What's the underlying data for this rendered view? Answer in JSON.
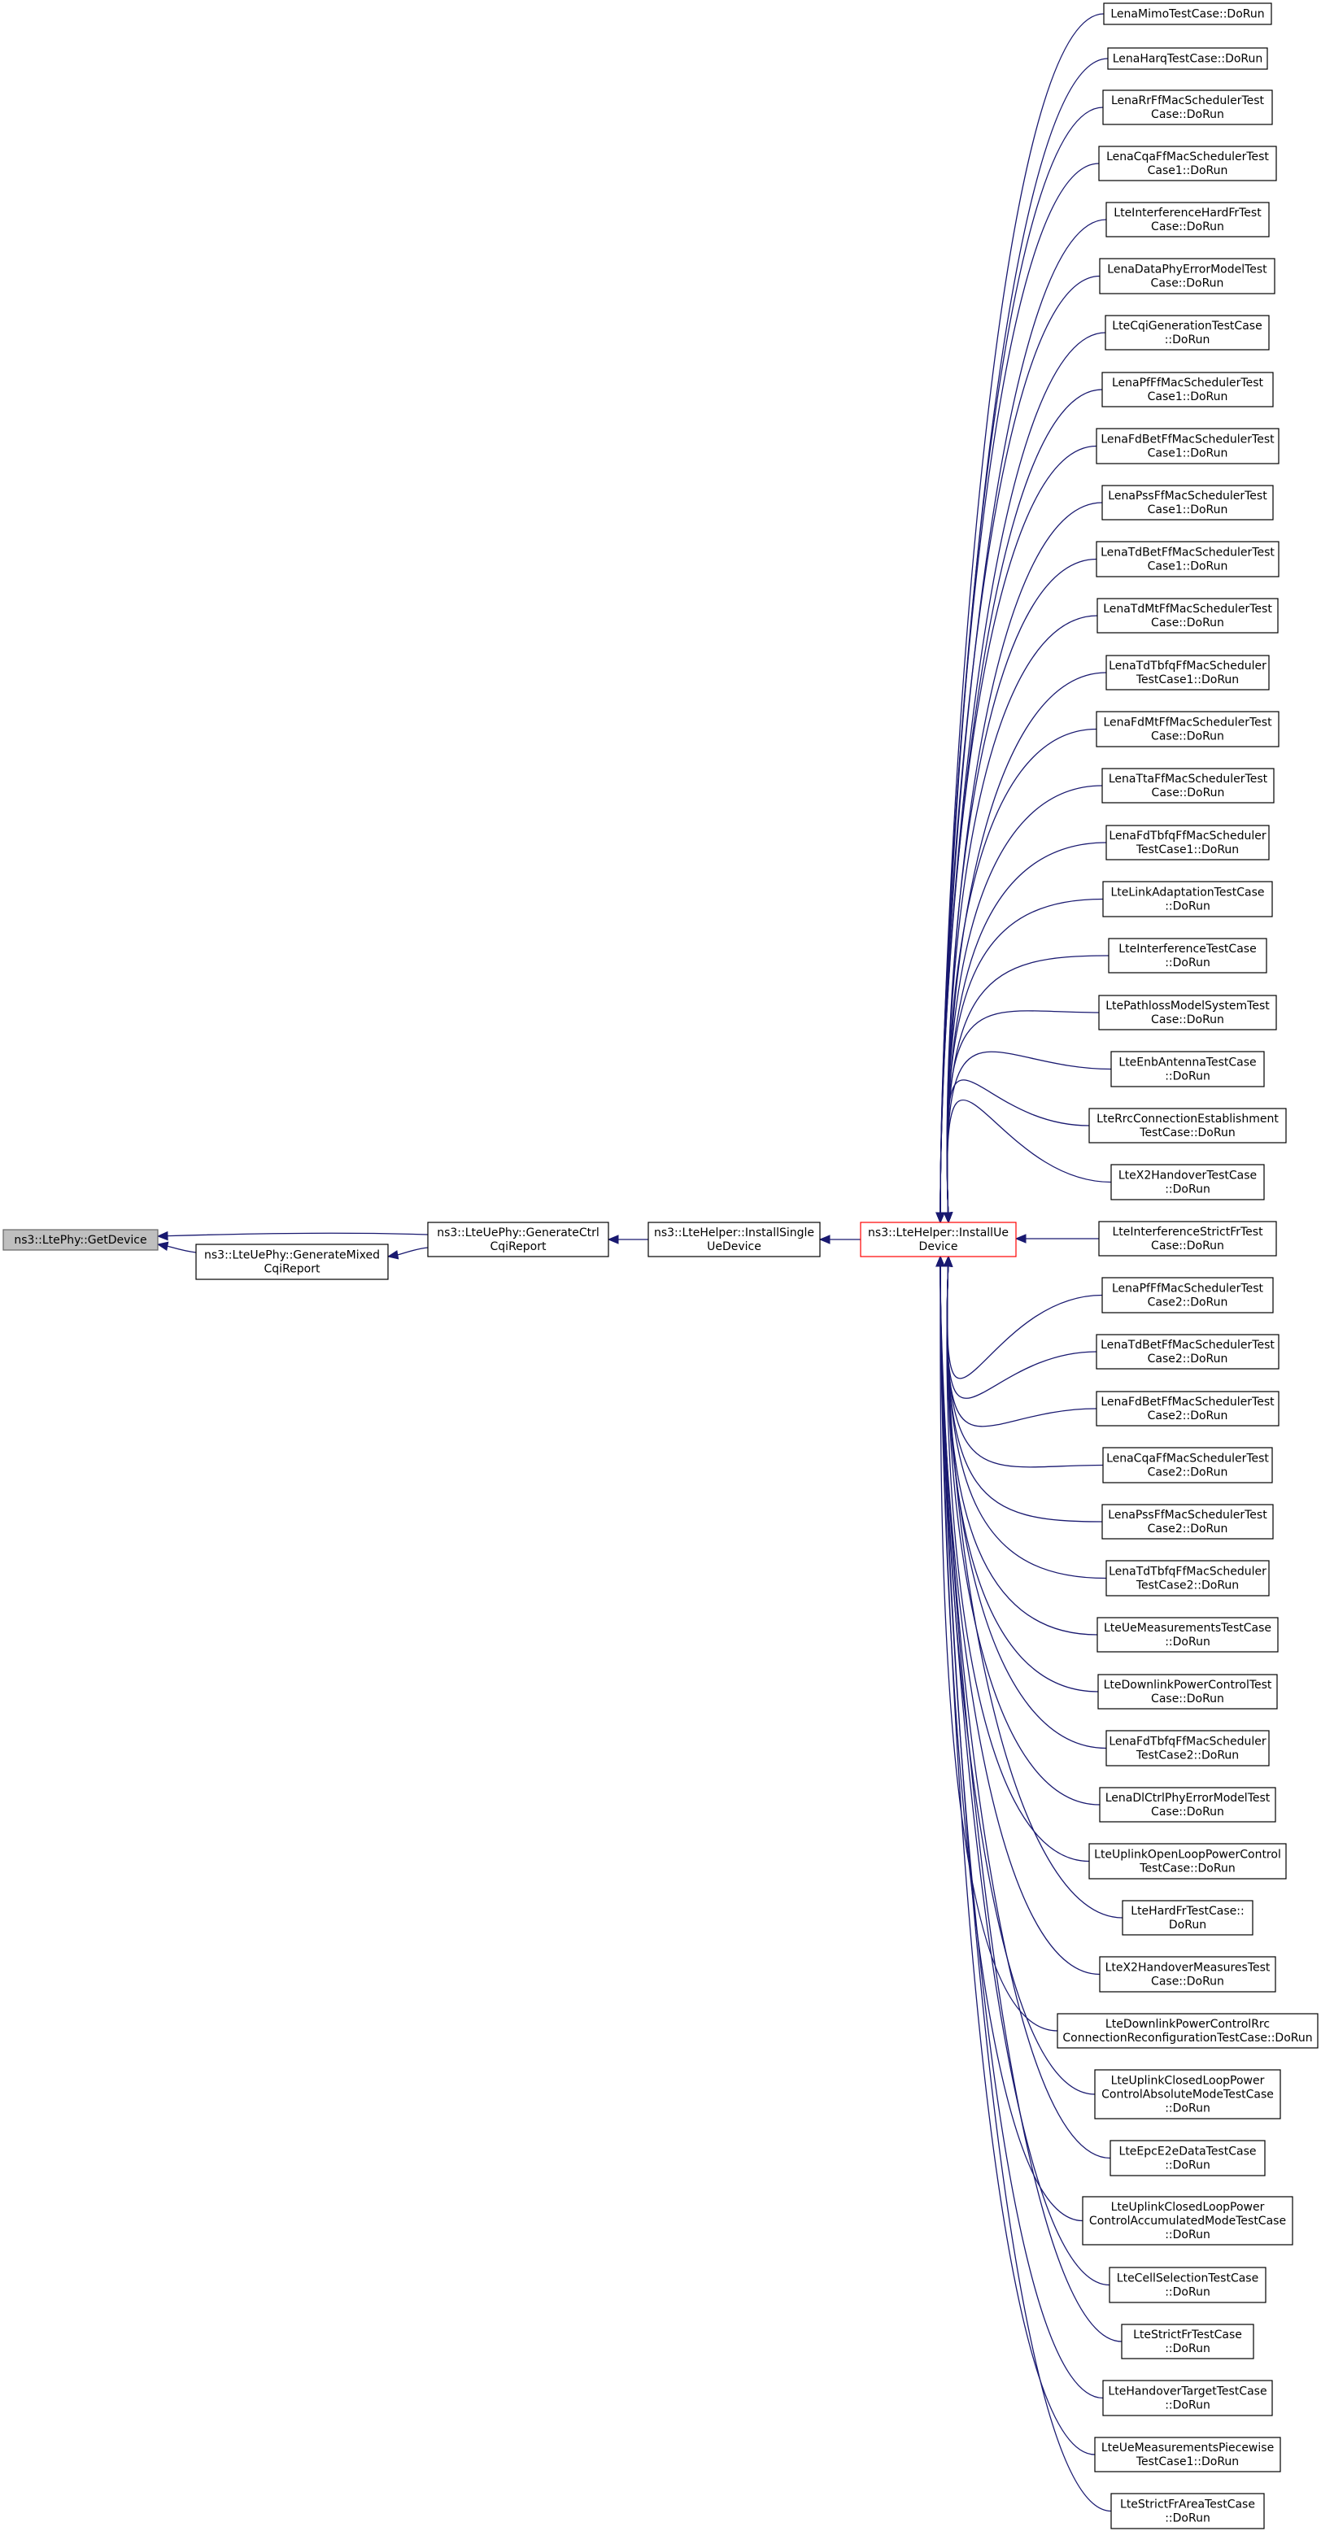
{
  "colors": {
    "edge": "#191970",
    "node_border": "#000000",
    "root_fill": "#bfbfbf",
    "focus_border": "#ff0000"
  },
  "nodes": [
    {
      "id": "getdevice",
      "kind": "root",
      "lines": [
        "ns3::LtePhy::GetDevice"
      ]
    },
    {
      "id": "genmixed",
      "lines": [
        "ns3::LteUePhy::GenerateMixed",
        "CqiReport"
      ]
    },
    {
      "id": "genctrl",
      "lines": [
        "ns3::LteUePhy::GenerateCtrl",
        "CqiReport"
      ]
    },
    {
      "id": "installsingle",
      "lines": [
        "ns3::LteHelper::InstallSingle",
        "UeDevice"
      ]
    },
    {
      "id": "installue",
      "kind": "focus",
      "lines": [
        "ns3::LteHelper::InstallUe",
        "Device"
      ]
    },
    {
      "id": "c0",
      "lines": [
        "LenaMimoTestCase::DoRun"
      ]
    },
    {
      "id": "c1",
      "lines": [
        "LenaHarqTestCase::DoRun"
      ]
    },
    {
      "id": "c2",
      "lines": [
        "LenaRrFfMacSchedulerTest",
        "Case::DoRun"
      ]
    },
    {
      "id": "c3",
      "lines": [
        "LenaCqaFfMacSchedulerTest",
        "Case1::DoRun"
      ]
    },
    {
      "id": "c4",
      "lines": [
        "LteInterferenceHardFrTest",
        "Case::DoRun"
      ]
    },
    {
      "id": "c5",
      "lines": [
        "LenaDataPhyErrorModelTest",
        "Case::DoRun"
      ]
    },
    {
      "id": "c6",
      "lines": [
        "LteCqiGenerationTestCase",
        "::DoRun"
      ]
    },
    {
      "id": "c7",
      "lines": [
        "LenaPfFfMacSchedulerTest",
        "Case1::DoRun"
      ]
    },
    {
      "id": "c8",
      "lines": [
        "LenaFdBetFfMacSchedulerTest",
        "Case1::DoRun"
      ]
    },
    {
      "id": "c9",
      "lines": [
        "LenaPssFfMacSchedulerTest",
        "Case1::DoRun"
      ]
    },
    {
      "id": "c10",
      "lines": [
        "LenaTdBetFfMacSchedulerTest",
        "Case1::DoRun"
      ]
    },
    {
      "id": "c11",
      "lines": [
        "LenaTdMtFfMacSchedulerTest",
        "Case::DoRun"
      ]
    },
    {
      "id": "c12",
      "lines": [
        "LenaTdTbfqFfMacScheduler",
        "TestCase1::DoRun"
      ]
    },
    {
      "id": "c13",
      "lines": [
        "LenaFdMtFfMacSchedulerTest",
        "Case::DoRun"
      ]
    },
    {
      "id": "c14",
      "lines": [
        "LenaTtaFfMacSchedulerTest",
        "Case::DoRun"
      ]
    },
    {
      "id": "c15",
      "lines": [
        "LenaFdTbfqFfMacScheduler",
        "TestCase1::DoRun"
      ]
    },
    {
      "id": "c16",
      "lines": [
        "LteLinkAdaptationTestCase",
        "::DoRun"
      ]
    },
    {
      "id": "c17",
      "lines": [
        "LteInterferenceTestCase",
        "::DoRun"
      ]
    },
    {
      "id": "c18",
      "lines": [
        "LtePathlossModelSystemTest",
        "Case::DoRun"
      ]
    },
    {
      "id": "c19",
      "lines": [
        "LteEnbAntennaTestCase",
        "::DoRun"
      ]
    },
    {
      "id": "c20",
      "lines": [
        "LteRrcConnectionEstablishment",
        "TestCase::DoRun"
      ]
    },
    {
      "id": "c21",
      "lines": [
        "LteX2HandoverTestCase",
        "::DoRun"
      ]
    },
    {
      "id": "c22",
      "lines": [
        "LteInterferenceStrictFrTest",
        "Case::DoRun"
      ]
    },
    {
      "id": "c23",
      "lines": [
        "LenaPfFfMacSchedulerTest",
        "Case2::DoRun"
      ]
    },
    {
      "id": "c24",
      "lines": [
        "LenaTdBetFfMacSchedulerTest",
        "Case2::DoRun"
      ]
    },
    {
      "id": "c25",
      "lines": [
        "LenaFdBetFfMacSchedulerTest",
        "Case2::DoRun"
      ]
    },
    {
      "id": "c26",
      "lines": [
        "LenaCqaFfMacSchedulerTest",
        "Case2::DoRun"
      ]
    },
    {
      "id": "c27",
      "lines": [
        "LenaPssFfMacSchedulerTest",
        "Case2::DoRun"
      ]
    },
    {
      "id": "c28",
      "lines": [
        "LenaTdTbfqFfMacScheduler",
        "TestCase2::DoRun"
      ]
    },
    {
      "id": "c29",
      "lines": [
        "LteUeMeasurementsTestCase",
        "::DoRun"
      ]
    },
    {
      "id": "c30",
      "lines": [
        "LteDownlinkPowerControlTest",
        "Case::DoRun"
      ]
    },
    {
      "id": "c31",
      "lines": [
        "LenaFdTbfqFfMacScheduler",
        "TestCase2::DoRun"
      ]
    },
    {
      "id": "c32",
      "lines": [
        "LenaDlCtrlPhyErrorModelTest",
        "Case::DoRun"
      ]
    },
    {
      "id": "c33",
      "lines": [
        "LteUplinkOpenLoopPowerControl",
        "TestCase::DoRun"
      ]
    },
    {
      "id": "c34",
      "lines": [
        "LteHardFrTestCase::",
        "DoRun"
      ]
    },
    {
      "id": "c35",
      "lines": [
        "LteX2HandoverMeasuresTest",
        "Case::DoRun"
      ]
    },
    {
      "id": "c36",
      "lines": [
        "LteDownlinkPowerControlRrc",
        "ConnectionReconfigurationTestCase::DoRun"
      ]
    },
    {
      "id": "c37",
      "lines": [
        "LteUplinkClosedLoopPower",
        "ControlAbsoluteModeTestCase",
        "::DoRun"
      ]
    },
    {
      "id": "c38",
      "lines": [
        "LteEpcE2eDataTestCase",
        "::DoRun"
      ]
    },
    {
      "id": "c39",
      "lines": [
        "LteUplinkClosedLoopPower",
        "ControlAccumulatedModeTestCase",
        "::DoRun"
      ]
    },
    {
      "id": "c40",
      "lines": [
        "LteCellSelectionTestCase",
        "::DoRun"
      ]
    },
    {
      "id": "c41",
      "lines": [
        "LteStrictFrTestCase",
        "::DoRun"
      ]
    },
    {
      "id": "c42",
      "lines": [
        "LteHandoverTargetTestCase",
        "::DoRun"
      ]
    },
    {
      "id": "c43",
      "lines": [
        "LteUeMeasurementsPiecewise",
        "TestCase1::DoRun"
      ]
    },
    {
      "id": "c44",
      "lines": [
        "LteStrictFrAreaTestCase",
        "::DoRun"
      ]
    }
  ]
}
